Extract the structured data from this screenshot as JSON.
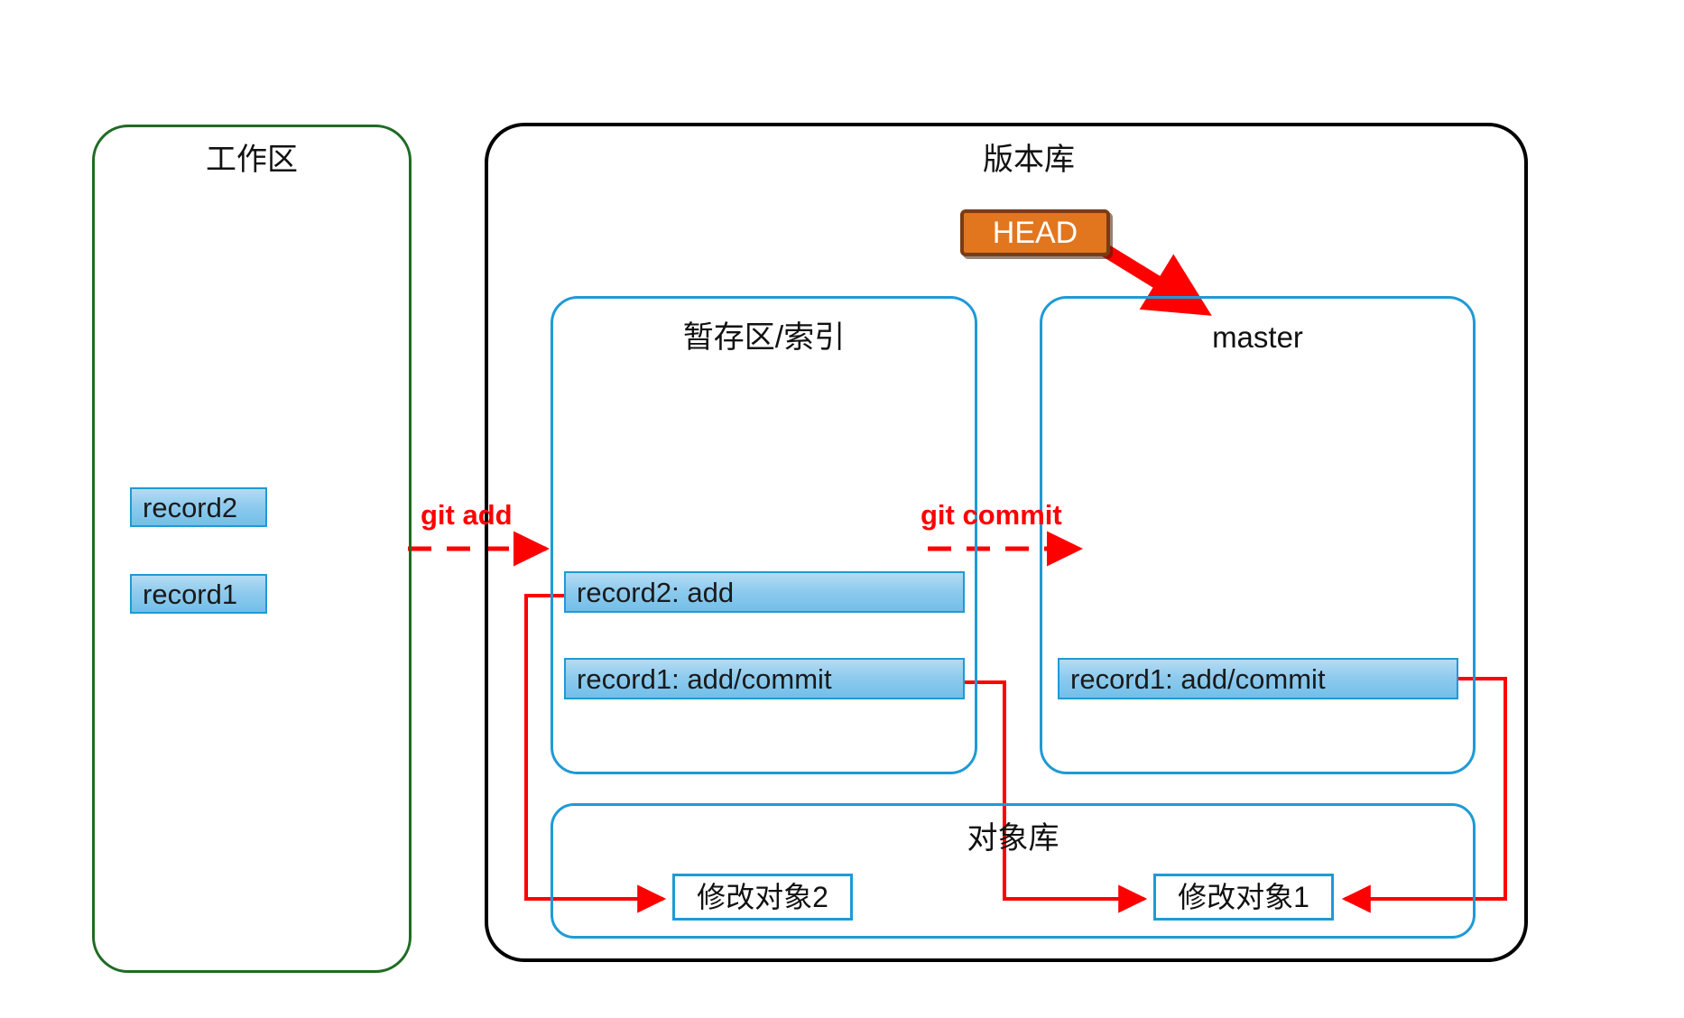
{
  "diagram": {
    "title_implicit": "Git 工作区 / 版本库 流程图",
    "workspace": {
      "label": "工作区",
      "border_color": "#1f6b24",
      "records": [
        {
          "label": "record2"
        },
        {
          "label": "record1"
        }
      ]
    },
    "repository": {
      "label": "版本库",
      "border_color": "#000000",
      "head": {
        "label": "HEAD",
        "fill": "#e2761f",
        "border": "#7a3c13",
        "text_color": "#ffffff",
        "points_to": "master"
      },
      "staging": {
        "label": "暂存区/索引",
        "border_color": "#1f9ad6",
        "records": [
          {
            "label": "record2: add"
          },
          {
            "label": "record1: add/commit"
          }
        ]
      },
      "master": {
        "label": "master",
        "border_color": "#1f9ad6",
        "records": [
          {
            "label": "record1: add/commit"
          }
        ]
      },
      "object_db": {
        "label": "对象库",
        "border_color": "#1f9ad6",
        "objects": [
          {
            "label": "修改对象2"
          },
          {
            "label": "修改对象1"
          }
        ]
      }
    },
    "commands": [
      {
        "label": "git add",
        "color": "#ff0000",
        "direction": "right",
        "style": "dashed"
      },
      {
        "label": "git commit",
        "color": "#ff0000",
        "direction": "right",
        "style": "dashed"
      }
    ],
    "colors": {
      "red": "#ff0000",
      "blue_border": "#1f9ad6",
      "blue_fill_top": "#b4dcf3",
      "blue_fill_bottom": "#72bfe9",
      "green": "#1f6b24",
      "orange": "#e2761f",
      "black": "#000000"
    }
  }
}
